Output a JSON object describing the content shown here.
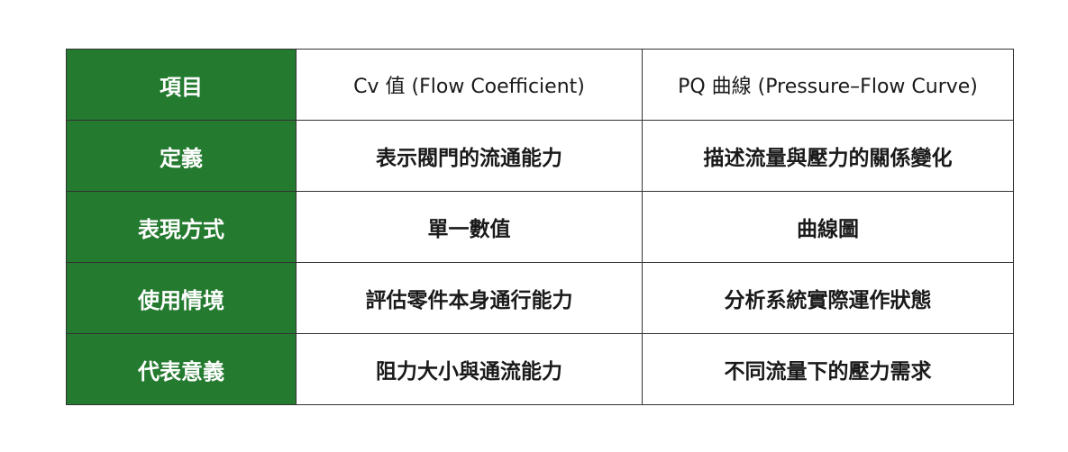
{
  "table": {
    "header": {
      "label": "項目",
      "col1": "Cv 值 (Flow Coefficient)",
      "col2": "PQ 曲線 (Pressure–Flow Curve)"
    },
    "rows": [
      {
        "label": "定義",
        "col1": "表示閥門的流通能力",
        "col2": "描述流量與壓力的關係變化"
      },
      {
        "label": "表現方式",
        "col1": "單一數值",
        "col2": "曲線圖"
      },
      {
        "label": "使用情境",
        "col1": "評估零件本身通行能力",
        "col2": "分析系統實際運作狀態"
      },
      {
        "label": "代表意義",
        "col1": "阻力大小與通流能力",
        "col2": "不同流量下的壓力需求"
      }
    ],
    "colors": {
      "label_background": "#247a2f",
      "border": "#333333"
    }
  }
}
